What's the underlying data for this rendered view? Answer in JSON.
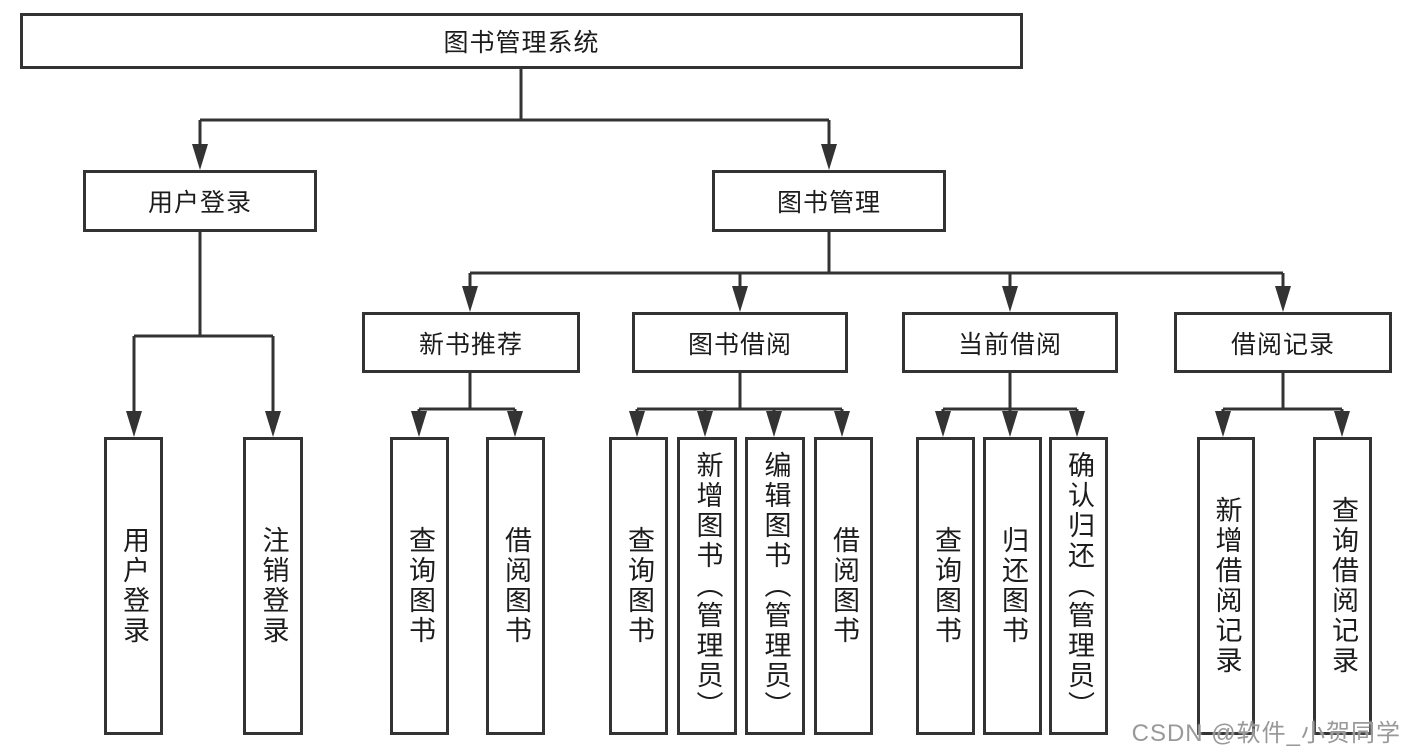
{
  "diagram": {
    "root": {
      "label": "图书管理系统",
      "children": [
        {
          "label": "用户登录",
          "children": [
            {
              "label": "用户登录"
            },
            {
              "label": "注销登录"
            }
          ]
        },
        {
          "label": "图书管理",
          "children": [
            {
              "label": "新书推荐",
              "children": [
                {
                  "label": "查询图书"
                },
                {
                  "label": "借阅图书"
                }
              ]
            },
            {
              "label": "图书借阅",
              "children": [
                {
                  "label": "查询图书"
                },
                {
                  "label": "新增图书（管理员）"
                },
                {
                  "label": "编辑图书（管理员）"
                },
                {
                  "label": "借阅图书"
                }
              ]
            },
            {
              "label": "当前借阅",
              "children": [
                {
                  "label": "查询图书"
                },
                {
                  "label": "归还图书"
                },
                {
                  "label": "确认归还（管理员）"
                }
              ]
            },
            {
              "label": "借阅记录",
              "children": [
                {
                  "label": "新增借阅记录"
                },
                {
                  "label": "查询借阅记录"
                }
              ]
            }
          ]
        }
      ]
    }
  },
  "watermark": {
    "text": "CSDN @软件_小贺同学"
  },
  "colors": {
    "line": "#333333",
    "text": "#1c1c1c",
    "watermark": "#999999",
    "background": "#ffffff"
  }
}
